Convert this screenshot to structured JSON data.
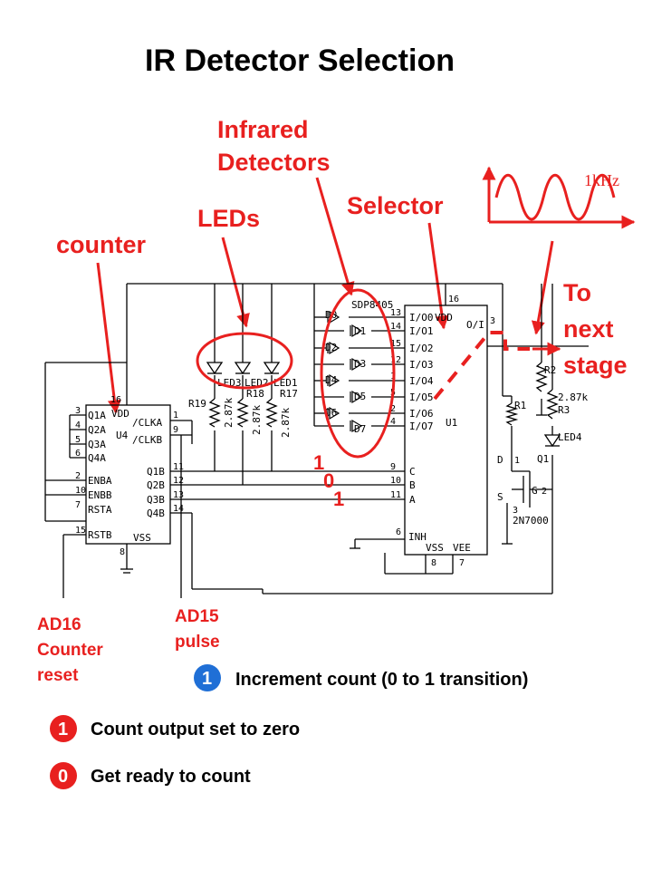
{
  "title": "IR Detector Selection",
  "labels": {
    "infrared_1": "Infrared",
    "infrared_2": "Detectors",
    "selector": "Selector",
    "leds": "LEDs",
    "counter": "counter",
    "to_next_1": "To",
    "to_next_2": "next",
    "to_next_3": "stage",
    "freq": "1kHz",
    "ad16_1": "AD16",
    "ad16_2": "Counter",
    "ad16_3": "reset",
    "ad15_1": "AD15",
    "ad15_2": "pulse"
  },
  "bits": {
    "c": "1",
    "b": "0",
    "a": "1"
  },
  "counter_chip": {
    "left_pins": [
      "Q1A",
      "Q2A",
      "Q3A",
      "Q4A",
      "ENBA",
      "ENBB",
      "RSTA",
      "RSTB"
    ],
    "left_nums": [
      "3",
      "4",
      "5",
      "6",
      "2",
      "10",
      "7",
      "15"
    ],
    "vdd": "VDD",
    "vss": "VSS",
    "vdd_pin": "16",
    "vss_pin": "8",
    "ref": "U4",
    "clka": "/CLKA",
    "clkb": "/CLKB",
    "clka_pin": "1",
    "clkb_pin": "9",
    "right_pins": [
      "Q1B",
      "Q2B",
      "Q3B",
      "Q4B"
    ],
    "right_nums": [
      "11",
      "12",
      "13",
      "14"
    ]
  },
  "leds": {
    "names": [
      "LED3",
      "LED2",
      "LED1"
    ],
    "resistors": [
      "R19",
      "R18",
      "R17"
    ],
    "values": [
      "2.87k",
      "2.87k",
      "2.87k"
    ]
  },
  "detectors": {
    "part": "SDP8405",
    "names": [
      "D0",
      "D1",
      "D2",
      "D3",
      "D4",
      "D5",
      "D6",
      "D7"
    ]
  },
  "mux_chip": {
    "vdd_pin": "16",
    "vdd": "VDD",
    "inputs": [
      "I/O0",
      "I/O1",
      "I/O2",
      "I/O3",
      "I/O4",
      "I/O5",
      "I/O6",
      "I/O7"
    ],
    "input_nums": [
      "13",
      "14",
      "15",
      "12",
      "1",
      "5",
      "2",
      "4"
    ],
    "out": "O/I",
    "out_pin": "3",
    "ref": "U1",
    "sel": [
      "C",
      "B",
      "A"
    ],
    "sel_nums": [
      "9",
      "10",
      "11"
    ],
    "inh": "INH",
    "inh_pin": "6",
    "vss": "VSS",
    "vee": "VEE",
    "vss_pin": "8",
    "vee_pin": "7"
  },
  "output_stage": {
    "r1": "R1",
    "r2": "R2",
    "r3": "R3",
    "r3_val": "2.87k",
    "led": "LED4",
    "q": "Q1",
    "d": "D",
    "s": "S",
    "g": "G",
    "d_pin": "1",
    "g_pin": "2",
    "s_pin": "3",
    "part": "2N7000"
  },
  "legend": [
    {
      "badge": "1",
      "text": "Increment count (0 to 1 transition)"
    },
    {
      "badge": "1",
      "text": "Count output set to zero"
    },
    {
      "badge": "0",
      "text": "Get ready to count"
    }
  ],
  "colors": {
    "annotation": "#e8201f",
    "badge": "#1f6fd6",
    "wire": "#000000"
  }
}
